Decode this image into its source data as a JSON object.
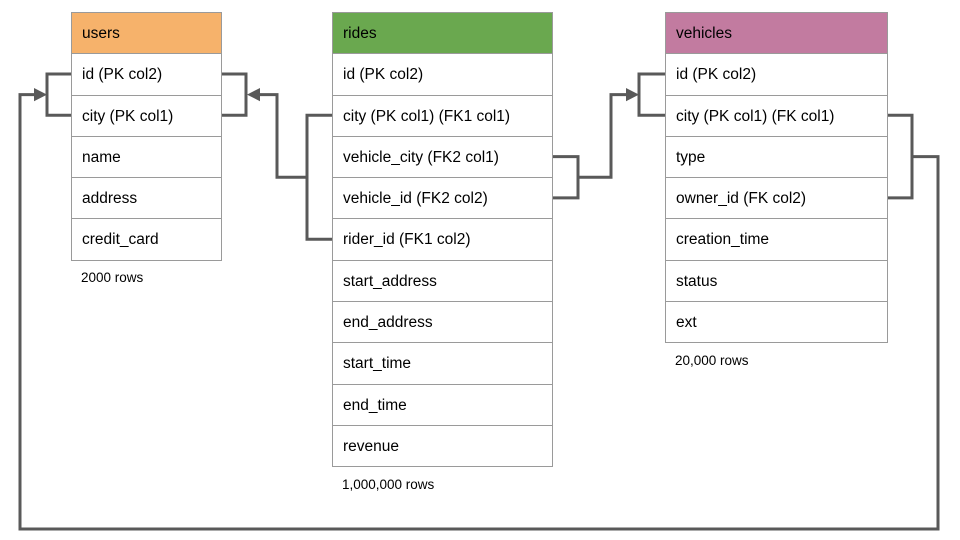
{
  "diagram": {
    "title": "database schema diagram",
    "colors": {
      "users_header": "#f6b26b",
      "rides_header": "#6aa84f",
      "vehicles_header": "#c27ba0",
      "connector": "#595959",
      "cell_border": "#9a9a9a",
      "text": "#000000",
      "background": "#ffffff"
    },
    "tables": [
      {
        "name": "users",
        "rows": [
          "id (PK col2)",
          "city (PK col1)",
          "name",
          "address",
          "credit_card"
        ],
        "row_count": "2000 rows"
      },
      {
        "name": "rides",
        "rows": [
          "id (PK col2)",
          "city (PK col1) (FK1 col1)",
          "vehicle_city (FK2 col1)",
          "vehicle_id (FK2 col2)",
          "rider_id (FK1 col2)",
          "start_address",
          "end_address",
          "start_time",
          "end_time",
          "revenue"
        ],
        "row_count": "1,000,000 rows"
      },
      {
        "name": "vehicles",
        "rows": [
          "id (PK col2)",
          "city (PK col1) (FK col1)",
          "type",
          "owner_id (FK col2)",
          "creation_time",
          "status",
          "ext"
        ],
        "row_count": "20,000 rows"
      }
    ],
    "relationships": [
      {
        "name": "rides FK1",
        "from": "rides (city, rider_id)",
        "to": "users (id, city)"
      },
      {
        "name": "rides FK2",
        "from": "rides (vehicle_city, vehicle_id)",
        "to": "vehicles (id, city)"
      },
      {
        "name": "vehicles FK",
        "from": "vehicles (city, owner_id)",
        "to": "users (id, city)"
      }
    ]
  }
}
